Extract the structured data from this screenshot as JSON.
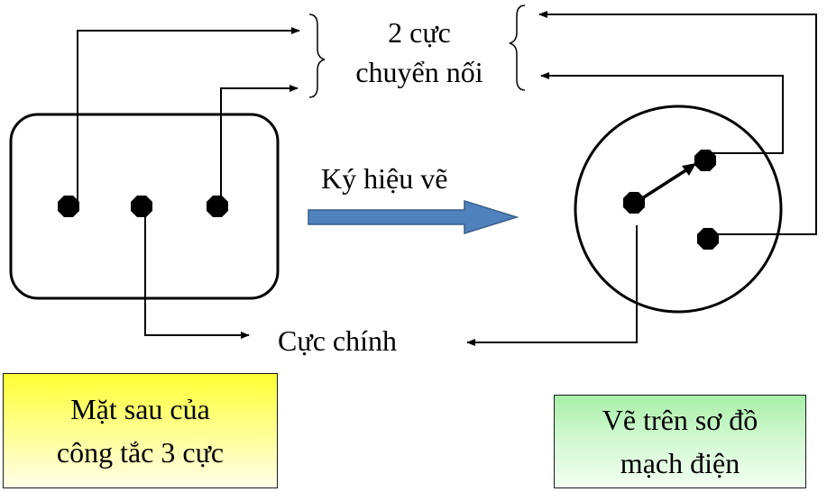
{
  "labels": {
    "two_poles_line1": "2 cực",
    "two_poles_line2": "chuyển nối",
    "draw_symbol": "Ký  hiệu vẽ",
    "main_pole": "Cực chính"
  },
  "boxes": {
    "left": {
      "line1": "Mặt sau của",
      "line2": "công tắc 3 cực"
    },
    "right": {
      "line1": "Vẽ trên sơ đồ",
      "line2": "mạch điện"
    }
  },
  "colors": {
    "arrow_fill": "#4f81bd",
    "arrow_stroke": "#385d8a",
    "left_box_top": "#ffff33",
    "right_box_top": "#a8f0a8",
    "line": "#000000"
  }
}
